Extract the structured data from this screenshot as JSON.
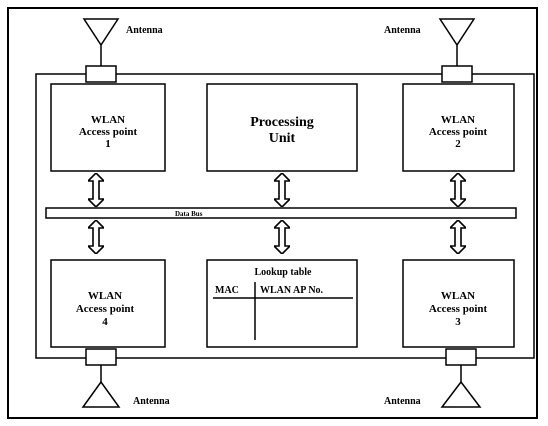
{
  "antennas": {
    "top_left": "Antenna",
    "top_right": "Antenna",
    "bottom_left": "Antenna",
    "bottom_right": "Antenna"
  },
  "access_points": {
    "ap1": {
      "line1": "WLAN",
      "line2": "Access point",
      "line3": "1"
    },
    "ap2": {
      "line1": "WLAN",
      "line2": "Access point",
      "line3": "2"
    },
    "ap3": {
      "line1": "WLAN",
      "line2": "Access point",
      "line3": "3"
    },
    "ap4": {
      "line1": "WLAN",
      "line2": "Access point",
      "line3": "4"
    }
  },
  "processing_unit": {
    "line1": "Processing",
    "line2": "Unit"
  },
  "data_bus": "Data Bus",
  "lookup_table": {
    "title": "Lookup table",
    "col1": "MAC",
    "col2": "WLAN AP No."
  }
}
